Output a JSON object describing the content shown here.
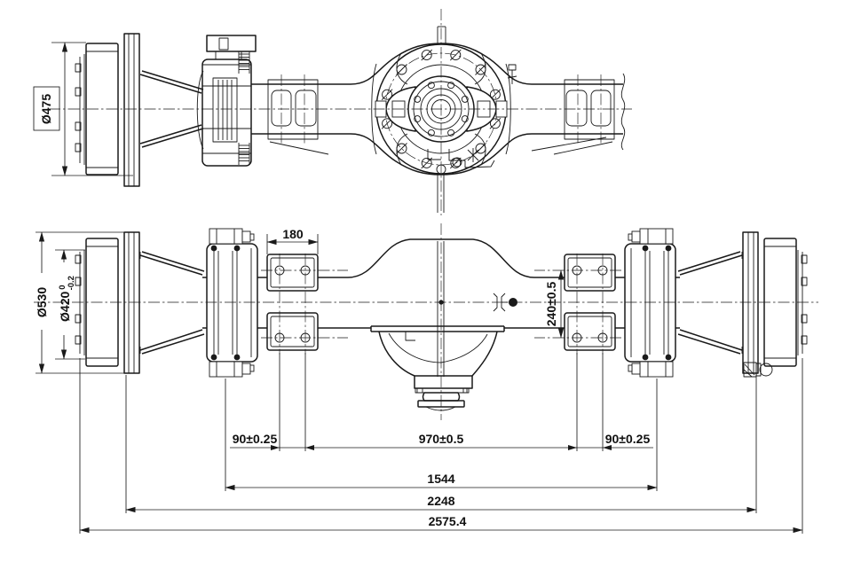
{
  "colors": {
    "background": "#ffffff",
    "ink": "#1a1a1a"
  },
  "dimensions": {
    "hub_flange_diameter": "Ø475",
    "drum_outer_diameter": "Ø530",
    "drum_inner_diameter_base": "Ø420",
    "drum_inner_tol_upper": "0",
    "drum_inner_tol_lower": "-0.2",
    "spring_seat_width": "180",
    "seat_hole_vertical_span": "240±0.5",
    "left_hole_pitch": "90±0.25",
    "spring_seat_center_span": "970±0.5",
    "right_hole_pitch": "90±0.25",
    "span_1544": "1544",
    "span_2248": "2248",
    "overall_length": "2575.4"
  }
}
